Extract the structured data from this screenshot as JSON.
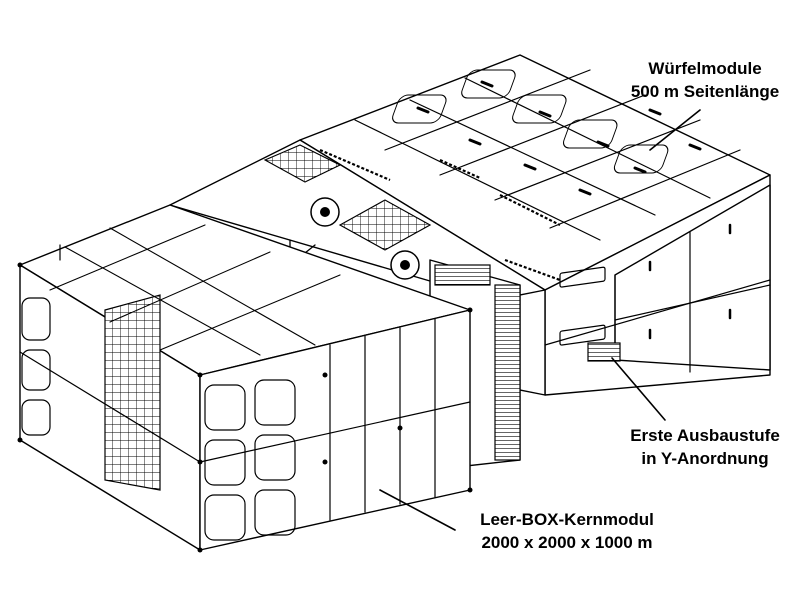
{
  "labels": {
    "cube_modules_line1": "Würfelmodule",
    "cube_modules_line2": "500 m Seitenlänge",
    "stage_line1": "Erste Ausbaustufe",
    "stage_line2": "in Y-Anordnung",
    "core_line1": "Leer-BOX-Kernmodul",
    "core_line2": "2000 x 2000 x 1000 m"
  }
}
